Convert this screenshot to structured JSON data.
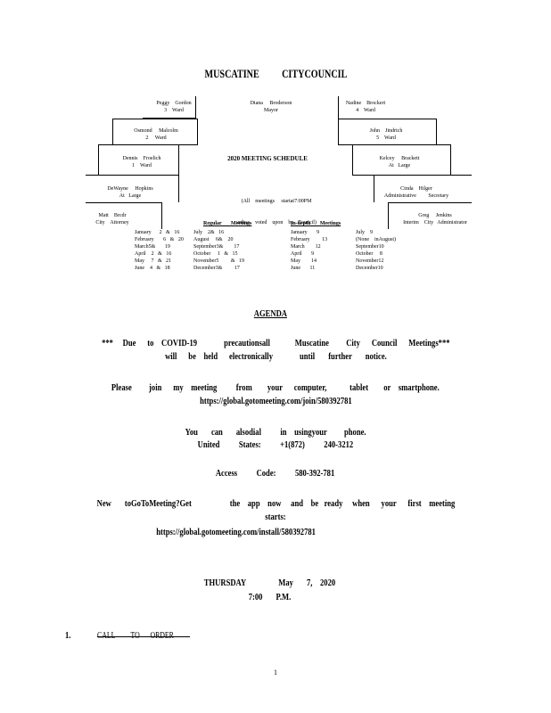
{
  "header": {
    "title": "MUSCATINE          CITYCOUNCIL"
  },
  "council": {
    "left": [
      {
        "name": "Peggy    Gordon",
        "role": "3    Ward"
      },
      {
        "name": "Osmond     Malcolm",
        "role": "2     Ward"
      },
      {
        "name": "Dennis    Froelich",
        "role": "1    Ward"
      },
      {
        "name": "DeWayne     Hopkins",
        "role": "At   Large"
      },
      {
        "name": "Matt    Brcdr",
        "role": "City    Attorney"
      }
    ],
    "center": {
      "name": "Diana     Broderson",
      "role": "Mayor"
    },
    "right": [
      {
        "name": "Nadine    Brockert",
        "role": "4    Ward"
      },
      {
        "name": "John    Jindrich",
        "role": "5    Ward"
      },
      {
        "name": "Kelcey     Brackett",
        "role": "At   Large"
      },
      {
        "name": "Cinda    Hilger",
        "role": "Administrative         Secretary"
      },
      {
        "name": "Greg     Jenkins",
        "role": "Interim    City   Administrator"
      }
    ]
  },
  "schedule": {
    "title": "2020      MEETING       SCHEDULE",
    "note_line1": "(All    meetings     startat7:00PM",
    "note_line2": "unless    voted    upon    by   Council)",
    "regular_header": "Regular       Meetings",
    "indepth_header": "In-depth       Meetings",
    "col1": [
      "January      2   &   16",
      "February       6   &   20",
      "March5&       19",
      "April    2   &   16",
      "May     7   &   21",
      "June    4   &   18"
    ],
    "col2": [
      "July    2&   16",
      "August     6&    20",
      "September3&        17",
      "October     1   &   15",
      "November5         &   19",
      "December3&         17"
    ],
    "col3": [
      "January       9",
      "February         13",
      "March        12",
      "April       9",
      "May        14",
      "June       11"
    ],
    "col4": [
      "July    9",
      "(None    inAugust)",
      "September10",
      "October     8",
      "November12",
      "December10"
    ]
  },
  "agenda": {
    "heading": "AGENDA",
    "covid_line1": "***     Due      to    COVID-19              precautionsall             Muscatine         City      Council      Meetings***",
    "covid_line2": "will      be    held      electronically              until       further       notice.",
    "join_line": "Please         join      my    meeting          from        your      computer,            tablet        or    smartphone.",
    "join_url": "https://global.gotomeeting.com/join/580392781",
    "dial_line": "You       can       alsodial          in    usingyour         phone.",
    "phone_line": "United          States:          +1(872)          240-3212",
    "access_line": "Access          Code:          580-392-781",
    "new_line1": "New       toGoToMeeting?Get                    the    app    now     and    be   ready     when      your      first    meeting",
    "new_line2": "starts:",
    "install_url": "https://global.gotomeeting.com/install/580392781",
    "date_line": "THURSDAY                 May       7,    2020",
    "time_line": "7:00       P.M.",
    "item_number": "1.",
    "item_label": "CALL         TO      ORDER"
  },
  "footer": {
    "page_number": "1"
  }
}
